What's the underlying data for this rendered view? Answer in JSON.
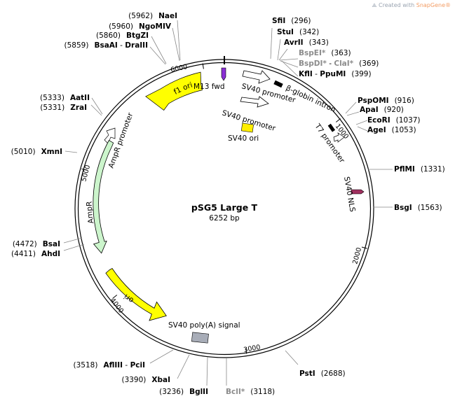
{
  "watermark": {
    "prefix": "Created with ",
    "brand": "SnapGene®"
  },
  "plasmid": {
    "name": "pSG5 Large T",
    "size_label": "6252 bp"
  },
  "ticks": [
    "1000",
    "2000",
    "3000",
    "4000",
    "5000",
    "6000"
  ],
  "sites": [
    {
      "name": "SfiI",
      "pos": "(296)",
      "grey": false
    },
    {
      "name": "StuI",
      "pos": "(342)",
      "grey": false
    },
    {
      "name": "AvrII",
      "pos": "(343)",
      "grey": false
    },
    {
      "name": "BspEI*",
      "pos": "(363)",
      "grey": true
    },
    {
      "name": "BspDI*",
      "name2": "ClaI*",
      "pos": "(369)",
      "grey": true
    },
    {
      "name": "KflI",
      "name2": "PpuMI",
      "pos": "(399)",
      "grey": false
    },
    {
      "name": "PspOMI",
      "pos": "(916)",
      "grey": false
    },
    {
      "name": "ApaI",
      "pos": "(920)",
      "grey": false
    },
    {
      "name": "EcoRI",
      "pos": "(1037)",
      "grey": false
    },
    {
      "name": "AgeI",
      "pos": "(1053)",
      "grey": false
    },
    {
      "name": "PflMI",
      "pos": "(1331)",
      "grey": false
    },
    {
      "name": "BsgI",
      "pos": "(1563)",
      "grey": false
    },
    {
      "name": "PstI",
      "pos": "(2688)",
      "grey": false
    },
    {
      "name": "BclI*",
      "pos": "(3118)",
      "grey": true
    },
    {
      "name": "BglII",
      "pos": "(3236)",
      "grey": false
    },
    {
      "name": "XbaI",
      "pos": "(3390)",
      "grey": false
    },
    {
      "name": "AflIII",
      "name2": "PciI",
      "pos": "(3518)",
      "grey": false
    },
    {
      "name": "AhdI",
      "pos": "(4411)",
      "grey": false
    },
    {
      "name": "BsaI",
      "pos": "(4472)",
      "grey": false
    },
    {
      "name": "XmnI",
      "pos": "(5010)",
      "grey": false
    },
    {
      "name": "ZraI",
      "pos": "(5331)",
      "grey": false
    },
    {
      "name": "AatII",
      "pos": "(5333)",
      "grey": false
    },
    {
      "name": "BsaAI",
      "name2": "DraIII",
      "pos": "(5859)",
      "grey": false
    },
    {
      "name": "BtgZI",
      "pos": "(5860)",
      "grey": false
    },
    {
      "name": "NgoMIV",
      "pos": "(5960)",
      "grey": false
    },
    {
      "name": "NaeI",
      "pos": "(5962)",
      "grey": false
    }
  ],
  "features": [
    {
      "label": "f1 ori",
      "color": "#ffff00"
    },
    {
      "label": "M13 fwd",
      "color": "#8b2fd6"
    },
    {
      "label": "SV40 promoter",
      "color": "#ffffff"
    },
    {
      "label": "β-globin intron",
      "color": "#000000"
    },
    {
      "label": "SV40 promoter",
      "color": "#ffffff"
    },
    {
      "label": "SV40 ori",
      "color": "#ffee00"
    },
    {
      "label": "T7 promoter",
      "color": "#ffffff"
    },
    {
      "label": "SV40 NLS",
      "color": "#a0305f"
    },
    {
      "label": "AmpR promoter",
      "color": "#ffffff"
    },
    {
      "label": "AmpR",
      "color": "#ccf5cc"
    },
    {
      "label": "ori",
      "color": "#ffff00"
    },
    {
      "label": "SV40 poly(A) signal",
      "color": "#a8adb8"
    }
  ]
}
